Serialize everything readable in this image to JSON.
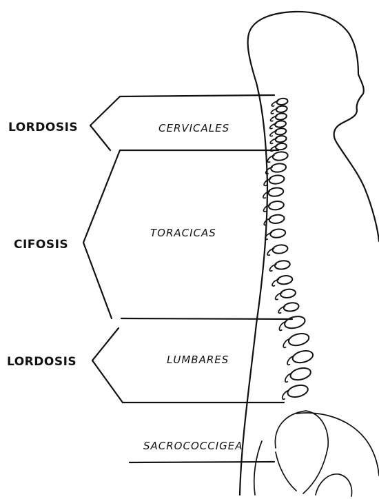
{
  "curves": {
    "cervical": "LORDOSIS",
    "thoracic": "CIFOSIS",
    "lumbar": "LORDOSIS"
  },
  "regions": {
    "cervical": "CERVICALES",
    "thoracic": "TORACICAS",
    "lumbar": "LUMBARES",
    "sacral": "SACROCOCCIGEA"
  },
  "vertebrae": {
    "cervical": 7,
    "thoracic": 12,
    "lumbar": 5
  }
}
